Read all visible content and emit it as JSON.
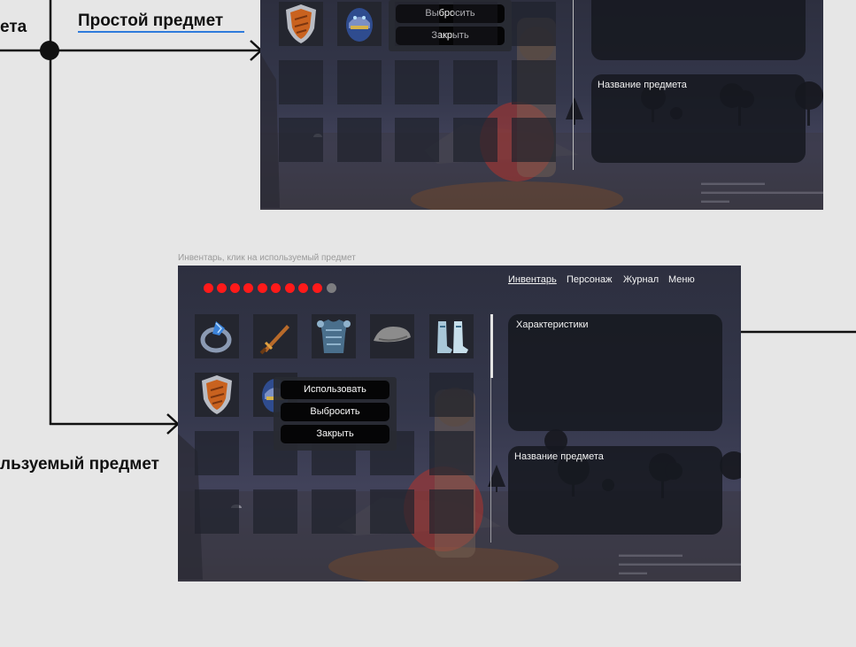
{
  "flow": {
    "left_top_label": "ета",
    "simple_label": "Простой предмет",
    "usable_label": "льзуемый предмет"
  },
  "frame_top": {
    "popup": {
      "drop_label": "Выбросить",
      "close_label": "Закрыть"
    },
    "item_name_title": "Название предмета",
    "items": [
      "shield-icon",
      "helmet-icon"
    ]
  },
  "frame_bottom": {
    "caption": "Инвентарь, клик на используемый предмет",
    "nav": {
      "inventory": "Инвентарь",
      "character": "Персонаж",
      "journal": "Журнал",
      "menu": "Меню"
    },
    "health": {
      "filled": 9,
      "total": 10,
      "filled_color": "#ff1a1a",
      "empty_color": "#7d7d80"
    },
    "characteristics_title": "Характеристики",
    "item_name_title": "Название предмета",
    "popup": {
      "use_label": "Использовать",
      "drop_label": "Выбросить",
      "close_label": "Закрыть"
    },
    "items": [
      "ring-icon",
      "sword-icon",
      "armor-icon",
      "hat-icon",
      "boots-icon",
      "shield-icon",
      "helmet-icon"
    ]
  },
  "colors": {
    "link_underline": "#2f7bdc",
    "connector": "#111111"
  }
}
